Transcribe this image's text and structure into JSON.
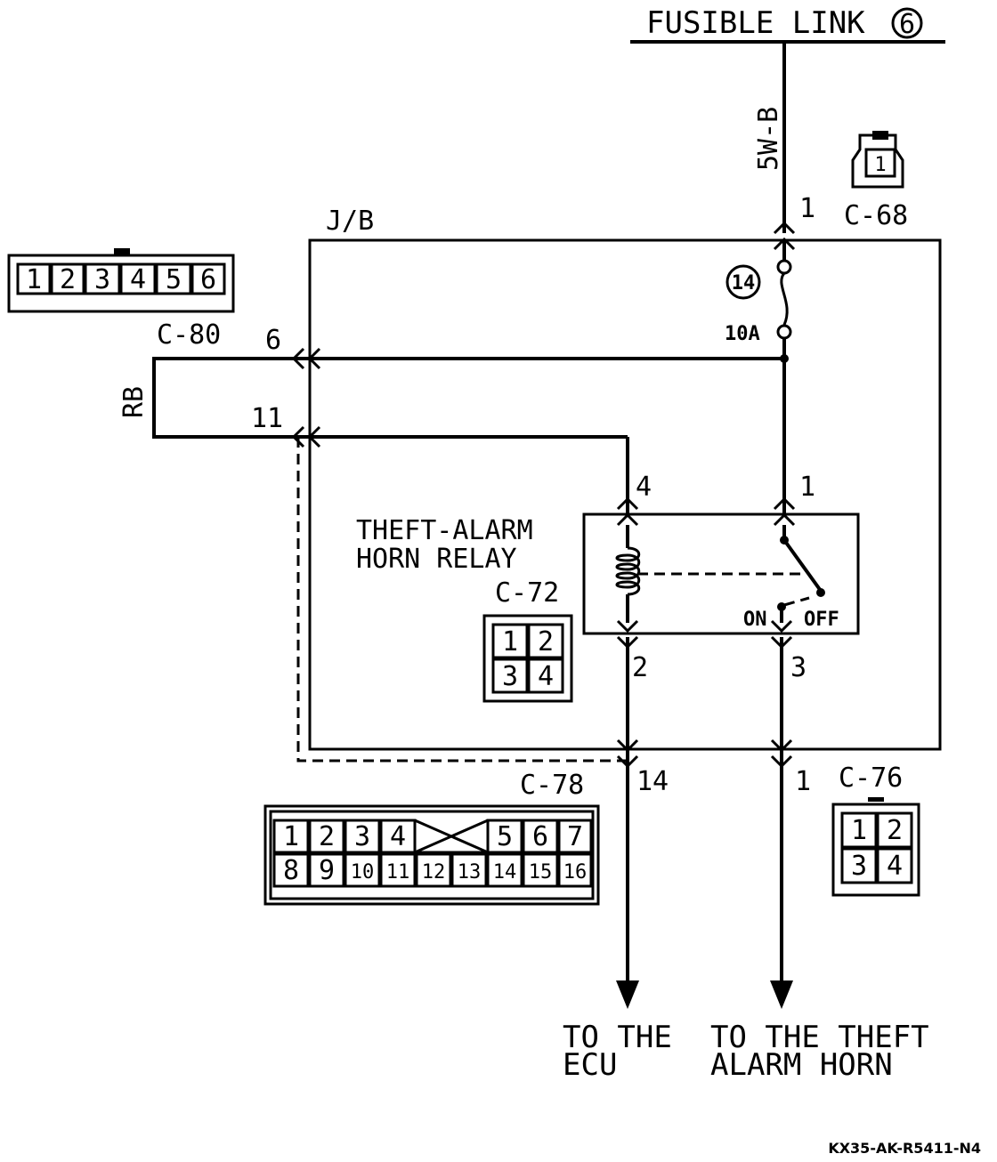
{
  "title": "FUSIBLE LINK",
  "fusible_link_number": "6",
  "wire_5wb": "5W-B",
  "wire_rb": "RB",
  "junction_block": "J/B",
  "fuse": {
    "number": "14",
    "rating": "10A"
  },
  "connectors": {
    "c68": {
      "label": "C-68",
      "pins": [
        "1"
      ]
    },
    "c80": {
      "label": "C-80",
      "pins": [
        "1",
        "2",
        "3",
        "4",
        "5",
        "6"
      ]
    },
    "c72": {
      "label": "C-72",
      "pins": [
        "1",
        "2",
        "3",
        "4"
      ]
    },
    "c78": {
      "label": "C-78",
      "pins": [
        "1",
        "2",
        "3",
        "4",
        "5",
        "6",
        "7",
        "8",
        "9",
        "10",
        "11",
        "12",
        "13",
        "14",
        "15",
        "16"
      ]
    },
    "c76": {
      "label": "C-76",
      "pins": [
        "1",
        "2",
        "3",
        "4"
      ]
    }
  },
  "pin_labels": {
    "c68_1": "1",
    "c80_6": "6",
    "c80_11": "11",
    "relay_4": "4",
    "relay_1": "1",
    "relay_2": "2",
    "relay_3": "3",
    "c78_14": "14",
    "c76_1": "1"
  },
  "relay": {
    "name_line1": "THEFT-ALARM",
    "name_line2": "HORN RELAY",
    "state_on": "ON",
    "state_off": "OFF"
  },
  "outputs": {
    "ecu_line1": "TO THE",
    "ecu_line2": "ECU",
    "horn_line1": "TO THE THEFT",
    "horn_line2": "ALARM HORN"
  },
  "diagram_code": "KX35-AK-R5411-N4"
}
